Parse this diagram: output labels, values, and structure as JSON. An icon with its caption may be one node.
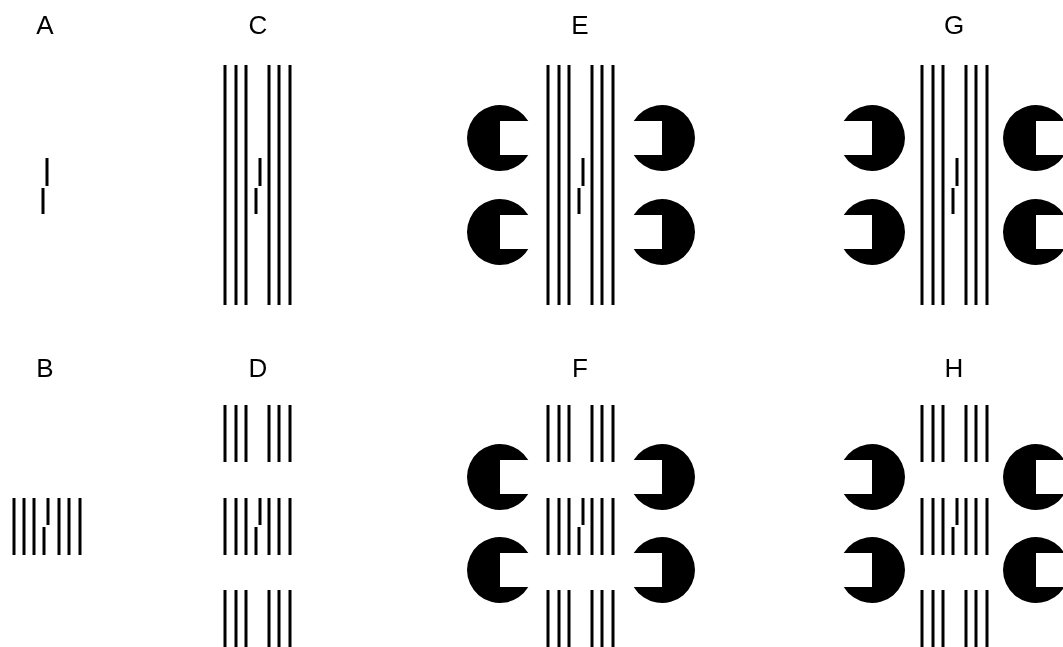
{
  "diagram": {
    "labels": [
      "A",
      "C",
      "E",
      "G",
      "B",
      "D",
      "F",
      "H"
    ]
  }
}
